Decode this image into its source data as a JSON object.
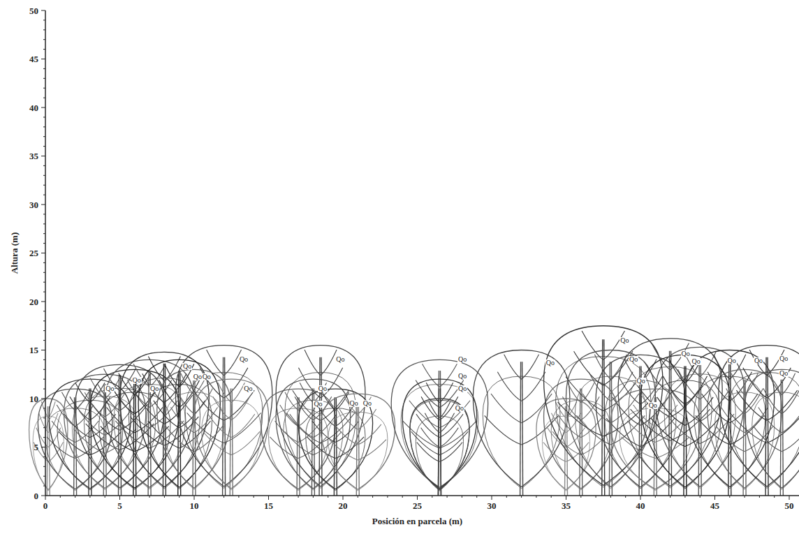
{
  "diagram": {
    "labels": [
      "Altura (m)",
      "0",
      "5",
      "10",
      "15",
      "20",
      "25",
      "30",
      "35",
      "40",
      "45",
      "50",
      "0",
      "5",
      "10",
      "15",
      "20",
      "25",
      "30",
      "35",
      "40",
      "45",
      "50",
      "Posición en parcela (m)",
      "Qo",
      "Qo",
      "Qo",
      "Qo",
      "Qo",
      "Qo",
      "Qo",
      "Qo",
      "Qo",
      "Qo",
      "Qo",
      "Qo",
      "Qo",
      "Qo",
      "Qo",
      "Qo",
      "Qo",
      "Qo",
      "Qo",
      "Qo",
      "Qo",
      "Qo",
      "Qo",
      "Qo",
      "Qo",
      "Qo",
      "Qo",
      "Qo"
    ]
  }
}
